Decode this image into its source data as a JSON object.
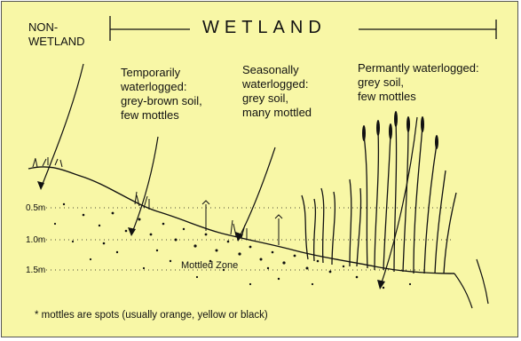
{
  "title": "WETLAND",
  "non_wetland_label": "NON-\nWETLAND",
  "zones": [
    {
      "text": "Temporarily\nwaterlogged:\ngrey-brown soil,\nfew mottles"
    },
    {
      "text": "Seasonally\nwaterlogged:\ngrey soil,\nmany mottled"
    },
    {
      "text": "Permantly waterlogged:\ngrey soil,\nfew mottles"
    }
  ],
  "depths": [
    "0.5m",
    "1.0m",
    "1.5m"
  ],
  "mottled_zone_label": "Mottled Zone",
  "footnote": "* mottles are spots (usually orange, yellow or black)",
  "colors": {
    "background": "#f8f7a6",
    "ink": "#111111",
    "border": "#555555"
  }
}
